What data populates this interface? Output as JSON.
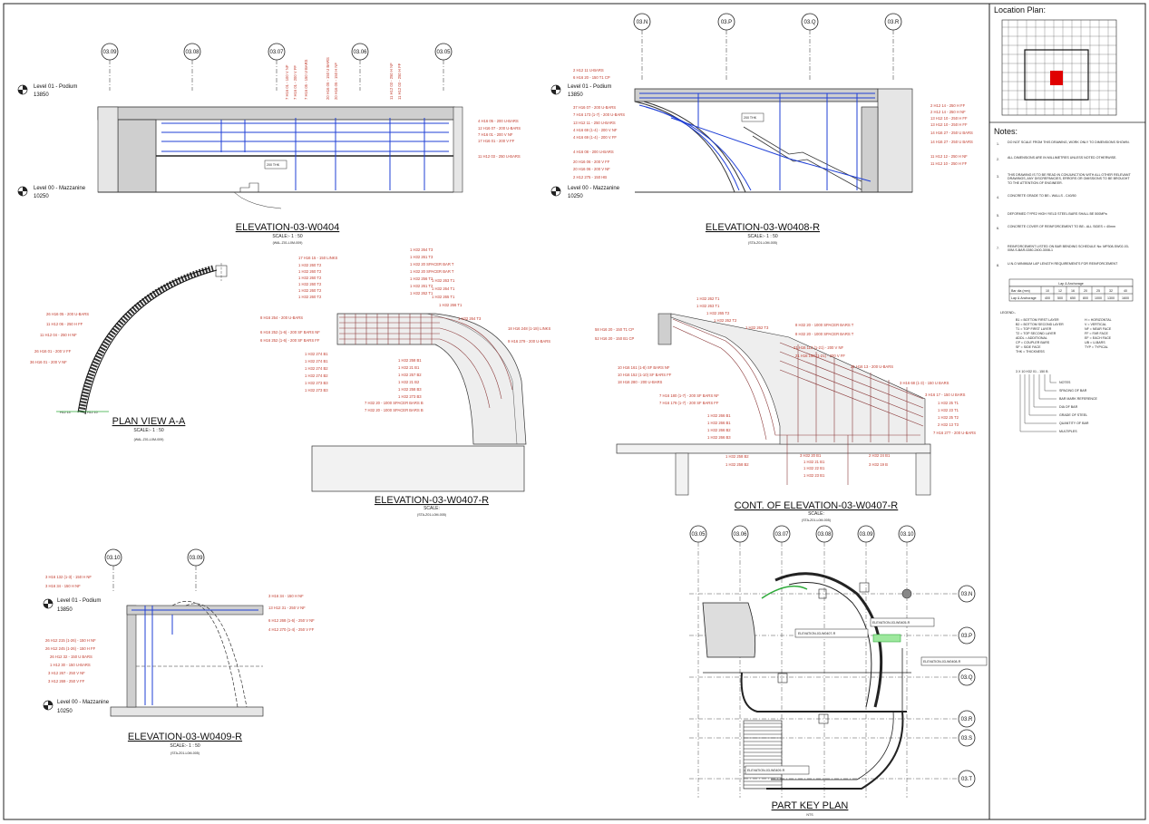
{
  "views": {
    "w0404": {
      "title": "ELEVATION-03-W0404",
      "scale": "SCALE:- 1 : 50",
      "ref": "(WAL-Z01-L0M-009)",
      "lvl_top": "Level 01 - Podium",
      "lvl_top_val": "13850",
      "lvl_bot": "Level 00 - Mazzanine",
      "lvl_bot_val": "10250",
      "thk": "200 THK",
      "grids": [
        "03.09",
        "03.08",
        "03.07",
        "03.06",
        "03.05"
      ],
      "labels_top": [
        "7 H16 01 - 100 V NF",
        "7 H16 01 - 200 V FF",
        "7 H16 05 - 150 U BARS",
        "20 H16 05 - 150 U BARS",
        "20 H16 05 - 150 H NF",
        "11 H12 03 - 250 H NF",
        "11 H12 03 - 250 H FF"
      ],
      "labels_right": [
        "4 H16 05 - 200 U-BARS",
        "12 H16 07 - 200 U-BARS",
        "7 H16 01 - 200 V NF",
        "17 H16 01 - 200 V FF",
        "11 H12 03 - 250 U-BARS"
      ]
    },
    "w0408": {
      "title": "ELEVATION-03-W0408-R",
      "scale": "SCALE:- 1 : 50",
      "ref": "(STA-Z01-L0M-005)",
      "lvl_top": "Level 01 - Podium",
      "lvl_top_val": "13850",
      "lvl_bot": "Level 00 - Mazzanine",
      "lvl_bot_val": "10250",
      "thk": "200 THK",
      "grids": [
        "03.N",
        "03.P",
        "03.Q",
        "03.R"
      ],
      "labels_left": [
        "2 H12 11 U-BARS",
        "6 H16 20 - 150 T1 CP",
        "37 H16 07 - 200 U-BARS",
        "7 H16 173 (1-7) - 200 U-BARS",
        "13 H12 11 - 250 U-BARS",
        "4 H16 69 (1-4) - 200 V NF",
        "4 H16 69 (1-4) - 200 V FF",
        "4 H16 08 - 200 U-BARS",
        "20 H16 06 - 200 V FF",
        "20 H16 06 - 200 V NF",
        "2 H12 275 - 150 HB"
      ],
      "labels_right": [
        "2 H12 14 - 250 H FF",
        "2 H12 14 - 250 H NF",
        "13 H12 10 - 250 H FF",
        "13 H12 10 - 250 H FF",
        "14 H16 27 - 250 U BARS",
        "14 H16 27 - 250 U BARS",
        "11 H12 12 - 250 H NF",
        "11 H12 10 - 250 H FF"
      ]
    },
    "plan_aa": {
      "title": "PLAN VIEW A-A",
      "scale": "SCALE:- 1 : 50",
      "ref": "(WAL-Z01-L0M-009)",
      "labels": [
        "26 H16 05 - 200 U-BARS",
        "11 H12 06 - 250 H FF",
        "11 H12 04 - 250 H NF",
        "26 H16 01 - 200 V FF",
        "36 H16 01 - 200 V NF",
        "H12 14",
        "H12 10"
      ]
    },
    "w0407": {
      "title": "ELEVATION-03-W0407-R",
      "scale": "SCALE:",
      "ref": "(STA-Z01-L0M-005)",
      "labels_left": [
        "17 H16 15 - 150 LINKS",
        "1 H32 260 T2",
        "1 H32 260 T2",
        "1 H32 260 T2",
        "1 H32 260 T2",
        "1 H32 260 T2",
        "1 H32 260 T2",
        "8 H16 254 - 200 U-BARS",
        "6 H16 252 (1-6) - 200 SF BARS NF",
        "6 H16 252 (1-6) - 200 SF BARS FF",
        "1 H32 274 B1",
        "1 H32 274 B1",
        "1 H32 274 B2",
        "1 H32 274 B2",
        "1 H32 273 B3",
        "1 H32 273 B3"
      ],
      "labels_top": [
        "1 H32 264 T3",
        "1 H32 261 T3",
        "1 H32 20 SPACER BAR T",
        "1 H32 20 SPACER BAR T",
        "1 H32 256 T2",
        "1 H32 261 T2",
        "1 H32 262 T1",
        "1 H32 263 T1",
        "1 H32 264 T1",
        "1 H32 265 T1",
        "1 H32 266 T1",
        "1 H32 264 T3",
        "18 H16 248 (1-18) LINKS",
        "9 H16 279 - 200 U-BARS"
      ],
      "labels_bot": [
        "1 H32 258 B1",
        "1 H32 21 B1",
        "1 H32 257 B2",
        "1 H32 21 B2",
        "1 H32 258 B3",
        "1 H32 273 B3",
        "7 H32 20 - 1000 SPACER BARS B",
        "7 H32 20 - 1000 SPACER BARS B"
      ]
    },
    "w0407c": {
      "title": "CONT. OF ELEVATION-03-W0407-R",
      "scale": "SCALE:",
      "ref": "(STA-Z01-L0M-005)",
      "labels_left": [
        "58 H16 20 - 150 T1 CP",
        "52 H16 20 - 150 B1 CP",
        "1 H32 262 T1",
        "1 H32 263 T1",
        "1 H32 265 T2",
        "1 H32 262 T2",
        "1 H32 262 T3",
        "10 H16 161 (1-8) SF BARS NF",
        "10 H16 152 (1-10) SF BARS FF",
        "18 H16 280 - 200 U-BARS",
        "7 H16 180 (1-7) - 200 SF BARS NF",
        "7 H16 179 (1-7) - 200 SF BARS FF",
        "1 H32 266 B1",
        "1 H32 266 B1",
        "1 H32 266 B2",
        "1 H32 266 B3",
        "1 H32 258 B2",
        "1 H32 258 B2"
      ],
      "labels_top": [
        "8 H32 20 - 1000 SPACER BARS T",
        "8 H32 20 - 1000 SPACER BARS T",
        "21 H16 113 (1-21) - 200 V NF",
        "21 H16 150 (1-21) - 200 V FF",
        "21 H16 13 - 200 U-BARS"
      ],
      "labels_right": [
        "3 H16 68 (1-3) - 150 U BARS",
        "3 H16 17 - 150 U BARS",
        "1 H32 25 T1",
        "1 H32 23 T1",
        "1 H32 25 T2",
        "2 H32 13 T3",
        "7 H16 277 - 200 U-BARS"
      ],
      "labels_bot": [
        "3 H32 20 B1",
        "1 H32 21 B1",
        "1 H32 22 B1",
        "1 H32 23 B1",
        "2 H32 24 B1",
        "3 H32 19 B"
      ]
    },
    "w0409": {
      "title": "ELEVATION-03-W0409-R",
      "scale": "SCALE:- 1 : 50",
      "ref": "(STA-Z01-L0M-005)",
      "lvl_top": "Level 01 - Podium",
      "lvl_top_val": "13850",
      "lvl_bot": "Level 00 - Mazzanine",
      "lvl_bot_val": "10250",
      "grids": [
        "03.10",
        "03.09"
      ],
      "labels_left": [
        "3 H16 132 (1-3) - 150 H NF",
        "3 H16 34 - 150 H NF",
        "26 H12 215 (1-26) - 150 H NF",
        "26 H12 245 (1-26) - 150 H FF",
        "26 H12 32 - 150 U BARS",
        "1 H12 30 - 150 U-BARS",
        "3 H12 267 - 250 V NF",
        "3 H12 269 - 250 V FF"
      ],
      "labels_right": [
        "3 H16 34 - 150 H NF",
        "13 H12 31 - 250 V NF",
        "6 H12 268 (1-6) - 250 V NF",
        "4 H12 270 (1-4) - 250 V FF"
      ]
    },
    "keyplan": {
      "title": "PART KEY PLAN",
      "scale": "NTS",
      "grids_top": [
        "03.05",
        "03.06",
        "03.07",
        "03.08",
        "03.09",
        "03.10"
      ],
      "grids_right": [
        "03.N",
        "03.P",
        "03.Q",
        "03.R",
        "03.S",
        "03.T"
      ],
      "tags": [
        "ELEVATION-03-W0407-R",
        "ELEVATION-03-W0405-R",
        "ELEVATION-03-W0408-R",
        "ELEVATION-03-W0409-R"
      ]
    }
  },
  "sidebar": {
    "location_title": "Location Plan:",
    "notes_title": "Notes:",
    "notes": [
      {
        "n": "1.",
        "t": "DO NOT SCALE FROM THIS DRAWING, WORK ONLY TO DIMENSIONS SHOWN."
      },
      {
        "n": "2.",
        "t": "ALL DIMENSIONS ARE IN MILLIMETRES UNLESS NOTED OTHERWISE."
      },
      {
        "n": "3.",
        "t": "THIS DRAWING IS TO BE READ IN CONJUNCTION WITH ALL OTHER RELEVANT DRAWINGS, ANY DISCREPANCIES, ERRORS OR OMISSIONS TO BE BROUGHT TO THE ATTENTION OF ENGINEER."
      },
      {
        "n": "4.",
        "t": "CONCRETE GRADE TO BE:- WALLS - C40/50"
      },
      {
        "n": "5.",
        "t": "DEFORMED TYPE2 HIGH YIELD STEEL BARS SHALL BE 500MPa"
      },
      {
        "n": "6.",
        "t": "CONCRETE COVER OF REINFORCEMENT TO BE:- ALL SIDES = 40mm"
      },
      {
        "n": "7.",
        "t": "REINFORCEMENT LISTED ON BAR BENDING SCHEDULE No: MP308-SW02-03-00M-S-BAR-0280-2400-3008-1"
      },
      {
        "n": "8.",
        "t": "U.N.O MINIMUM LAP LENGTH REQUIREMENTS FOR REINFORCEMENT"
      }
    ],
    "lap_title": "Lap & Anchorage",
    "lap_head": [
      "Bar dia (mm)",
      "10",
      "12",
      "16",
      "20",
      "25",
      "32",
      "40"
    ],
    "lap_row": [
      "Lap & Anchorage",
      "400",
      "500",
      "650",
      "800",
      "1000",
      "1300",
      "1600"
    ],
    "legend_title": "LEGEND:-",
    "legend_left": [
      "B1 = BOTTOM FIRST LAYER",
      "B2 = BOTTOM SECOND LAYER",
      "T1 = TOP FIRST LAYER",
      "T2 = TOP SECOND LAYER",
      "ADDL = ADDITIONAL",
      "CP = COUPLER BARS",
      "SF = SIDE FACE",
      "THK = THICKNESS"
    ],
    "legend_right": [
      "H = HORIZONTAL",
      "V = VERTICAL",
      "NF = NEAR FACE",
      "FF = FAR FACE",
      "EF = EACH FACE",
      "UB = U-BARS",
      "TYP = TYPICAL"
    ],
    "callout_code": "3 X 10 H32 01 - 150 B",
    "callout_items": [
      "NOTES",
      "SPACING OF BAR",
      "BAR MARK REFERENCE",
      "DIA OF BAR",
      "GRADE OF STEEL",
      "QUANTITY OF BAR",
      "MULTIPLES"
    ]
  },
  "colors": {
    "rebar": "#c0392b",
    "blue": "#1f3fd6",
    "concrete": "#cfcfcf",
    "dark": "#333333",
    "green": "#2eaa3a",
    "highlight": "#e00000"
  }
}
